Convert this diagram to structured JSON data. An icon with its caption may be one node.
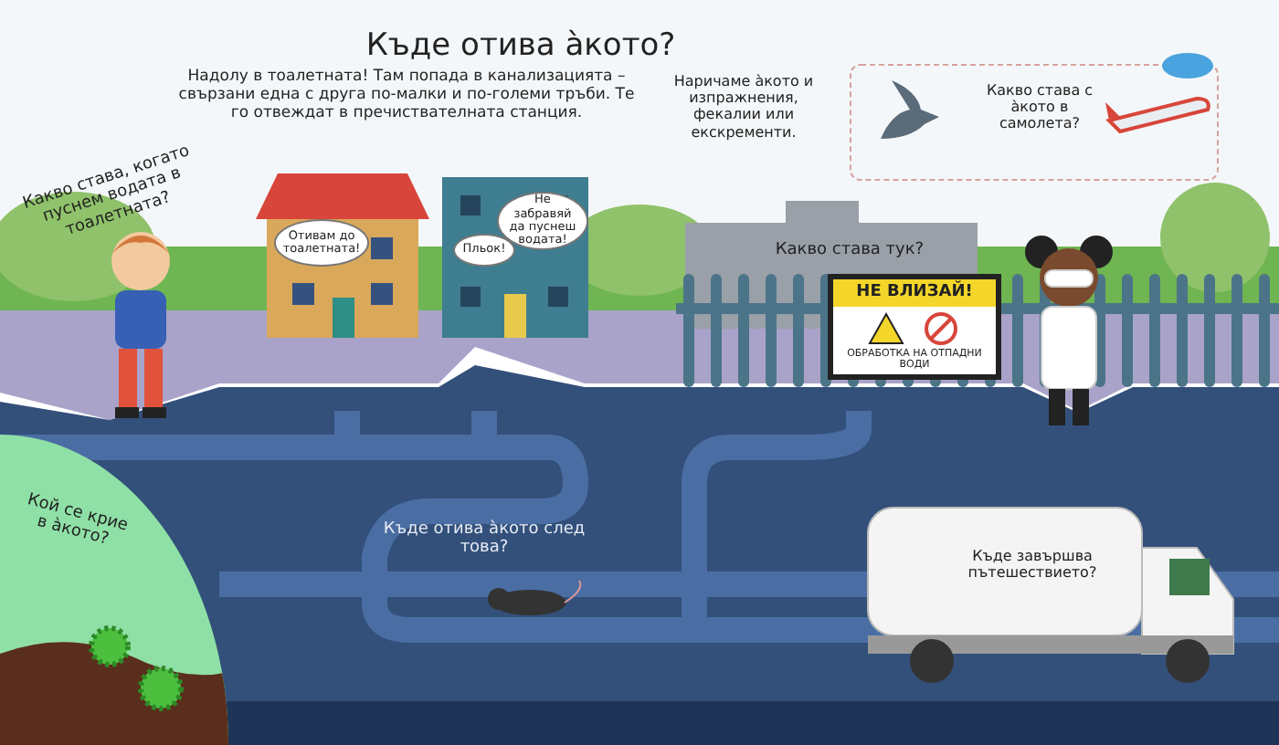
{
  "diagram": {
    "title": "Къде отива àкото?",
    "nodes": [
      {
        "text": [
          "Отивам до тоалетната!"
        ]
      },
      {
        "text": [
          "Пльок!"
        ]
      },
      {
        "text": [
          "Не забравяй да пуснеш водата!"
        ]
      },
      {
        "text": [
          "НЕ ВЛИЗАЙ!",
          "ОБРАБОТКА НА ОТПАДНИ ВОДИ"
        ]
      },
      {
        "text": [
          "Къде завършва пътешествието?"
        ]
      },
      {
        "text": [
          "Кой се крие в àкото?"
        ]
      }
    ],
    "labels": [
      "Надолу в тоалетната! Там попада в канализацията – свързани една с друга по-малки и по-големи тръби. Те го отвеждат в пречиствателната станция.",
      "Какво става, когато пуснем водата в тоалетната?",
      "Наричаме àкото и изпражнения, фекалии или екскременти.",
      "Какво става с àкото в самолета?",
      "Какво става тук?",
      "Къде отива àкото след това?"
    ]
  }
}
